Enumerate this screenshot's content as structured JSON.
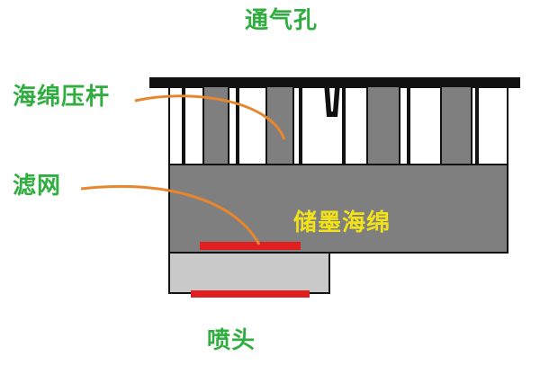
{
  "labels": {
    "vent_hole": "通气孔",
    "sponge_rod": "海绵压杆",
    "filter": "滤网",
    "ink_sponge": "储墨海绵",
    "nozzle": "喷头"
  },
  "colors": {
    "label_green": "#2fae3f",
    "label_yellow": "#f2e21a",
    "leader_line": "#e8862e",
    "filter_red": "#e02020",
    "sponge_gray": "#7f7f7f",
    "nozzle_block": "#c9c9c9",
    "outline": "#111111",
    "background": "#ffffff"
  }
}
